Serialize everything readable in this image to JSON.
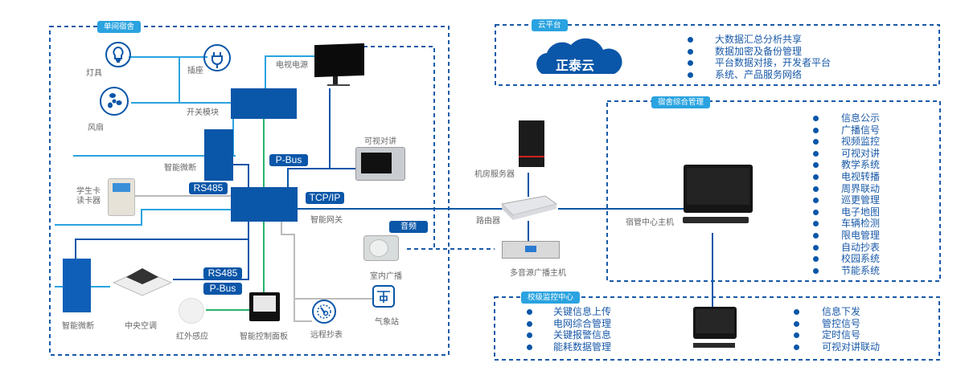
{
  "sections": {
    "dorm_room": "单间宿舍",
    "cloud": "云平台",
    "dorm_mgmt": "宿舍综合管理",
    "campus_monitor": "校级监控中心"
  },
  "devices": {
    "lamp": "灯具",
    "socket": "插座",
    "fan": "风扇",
    "switch_module": "开关模块",
    "tv_power": "电视电源",
    "smart_breaker_top": "智能微断",
    "card_reader_line1": "学生卡",
    "card_reader_line2": "读卡器",
    "video_intercom": "可视对讲",
    "smart_gateway": "智能网关",
    "smart_breaker_bottom": "智能微断",
    "central_ac": "中央空调",
    "infrared_sensor": "红外感应",
    "smart_panel": "智能控制面板",
    "remote_meter": "远程抄表",
    "weather_station": "气象站",
    "indoor_broadcast": "室内广播",
    "server": "机房服务器",
    "router": "路由器",
    "multi_source_host": "多音源广播主机",
    "dorm_center_host": "宿管中心主机"
  },
  "bus_labels": {
    "pbus_top": "P-Bus",
    "rs485_top": "RS485",
    "tcpip": "TCP/IP",
    "audio": "音频",
    "rs485_bottom": "RS485",
    "pbus_bottom": "P-Bus"
  },
  "cloud": {
    "brand": "正泰云",
    "features": [
      "大数据汇总分析共享",
      "数据加密及备份管理",
      "平台数据对接，开发者平台",
      "系统、产品服务网络"
    ]
  },
  "dorm_mgmt": {
    "features": [
      "信息公示",
      "广播信号",
      "视频监控",
      "可视对讲",
      "教学系统",
      "电视转播",
      "周界联动",
      "巡更管理",
      "电子地图",
      "车辆检测",
      "限电管理",
      "自动抄表",
      "校园系统",
      "节能系统"
    ]
  },
  "campus_monitor": {
    "left_features": [
      "关键信息上传",
      "电网综合管理",
      "关键报警信息",
      "能耗数据管理"
    ],
    "right_features": [
      "信息下发",
      "管控信号",
      "定时信号",
      "可视对讲联动"
    ]
  },
  "colors": {
    "primary_blue": "#0a56a8",
    "light_blue": "#2aa3e0",
    "green_bus": "#27b36b",
    "gray_line": "#bbbbbb"
  }
}
